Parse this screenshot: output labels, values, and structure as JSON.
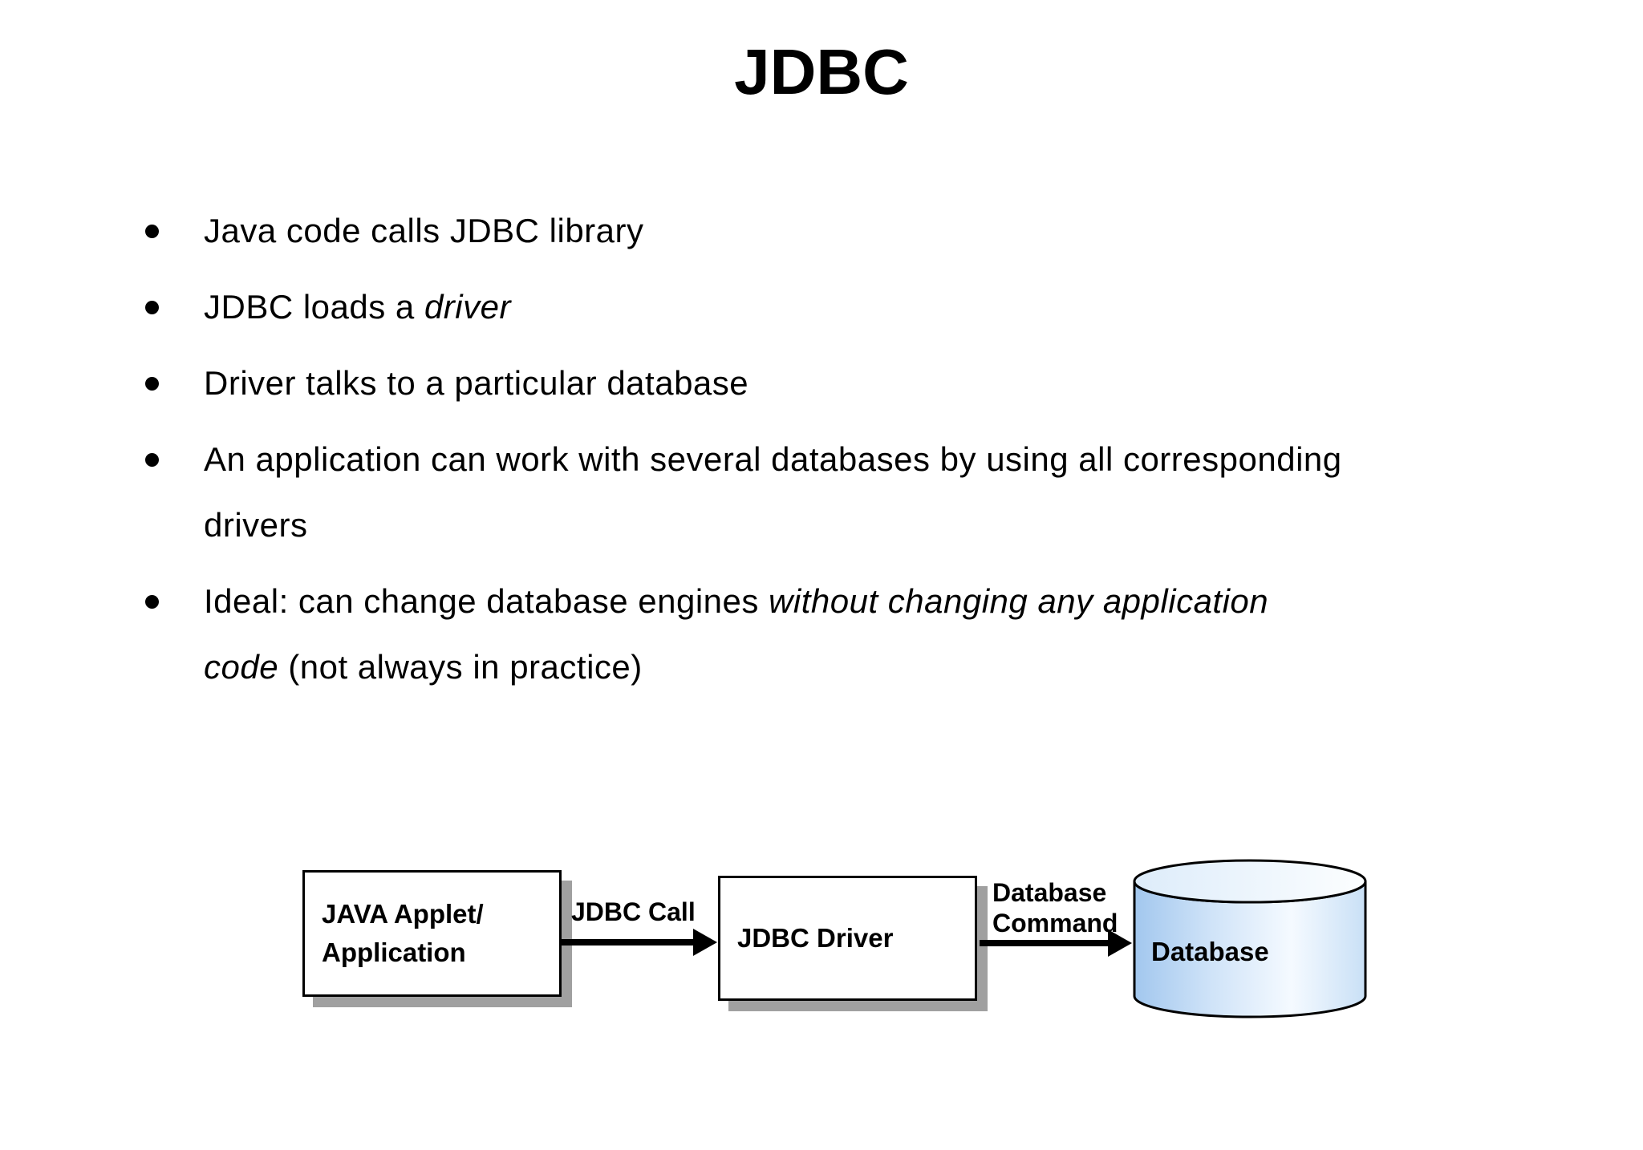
{
  "slide": {
    "title": "JDBC",
    "bullets": [
      {
        "lines": [
          [
            {
              "t": "Java code calls JDBC library"
            }
          ]
        ]
      },
      {
        "lines": [
          [
            {
              "t": "JDBC loads a "
            },
            {
              "t": "driver",
              "i": true
            }
          ]
        ]
      },
      {
        "lines": [
          [
            {
              "t": "Driver talks to a particular database"
            }
          ]
        ]
      },
      {
        "lines": [
          [
            {
              "t": "An application can work with several databases by using all corresponding"
            }
          ],
          [
            {
              "t": "drivers"
            }
          ]
        ]
      },
      {
        "lines": [
          [
            {
              "t": "Ideal: can change database engines "
            },
            {
              "t": "without changing any application",
              "i": true
            }
          ],
          [
            {
              "t": "code",
              "i": true
            },
            {
              "t": " (not always in practice)"
            }
          ]
        ]
      }
    ]
  },
  "diagram": {
    "java_box": {
      "line1": "JAVA Applet/",
      "line2": "Application"
    },
    "driver_box": {
      "label": "JDBC Driver"
    },
    "arrow1": {
      "label": "JDBC Call"
    },
    "arrow2": {
      "label_line1": "Database",
      "label_line2": "Command"
    },
    "database": {
      "label": "Database"
    },
    "colors": {
      "text": "#000000",
      "box_border": "#000000",
      "box_fill": "#ffffff",
      "shadow": "#a0a0a0",
      "arrow": "#000000",
      "cyl_body_left": "#a2c7ee",
      "cyl_body_light": "#cfe3f8",
      "cyl_body_mid": "#f5faff",
      "cyl_body_right": "#c9e0f6",
      "cyl_cap_left": "#ddecfa",
      "cyl_cap_right": "#fcfeff",
      "cyl_stroke": "#000000"
    }
  }
}
